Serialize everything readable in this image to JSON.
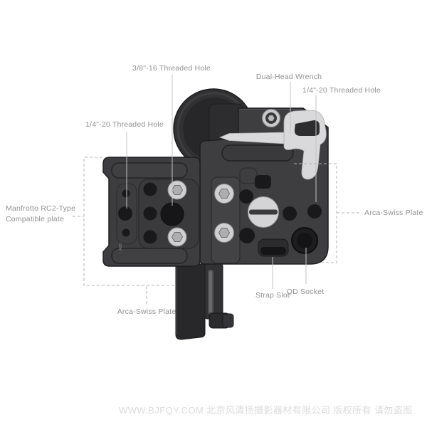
{
  "annotations": {
    "threaded_hole_38_16": "3/8\"-16 Threaded Hole",
    "dual_head_wrench": "Dual-Head Wrench",
    "threaded_hole_14_20_right": "1/4\"-20 Threaded Hole",
    "threaded_hole_14_20_left": "1/4\"-20 Threaded Hole",
    "manfrotto_line1": "Manfrotto RC2-Type",
    "manfrotto_line2": "Compatible plate",
    "arca_swiss_right": "Arca-Swiss Plate",
    "arca_swiss_bottom": "Arca-Swiss Plate",
    "qd_socket": "QD Socket",
    "strap_slot": "Strap Slot"
  },
  "product": {
    "plate_marking": "A00",
    "colors": {
      "plate_gray": "#3d3d3f",
      "hole_black": "#19191b",
      "silver": "#d6d6d8",
      "label_text": "#919194",
      "leader_line": "#c3c3c5",
      "dashed_line": "#b3b3b5",
      "watermark_gray": "#dbdbdb"
    }
  },
  "watermark": {
    "text": "WWW.BJFQY.COM 北京风清扬摄影器材有限公司 版权所有 请勿盗图"
  }
}
